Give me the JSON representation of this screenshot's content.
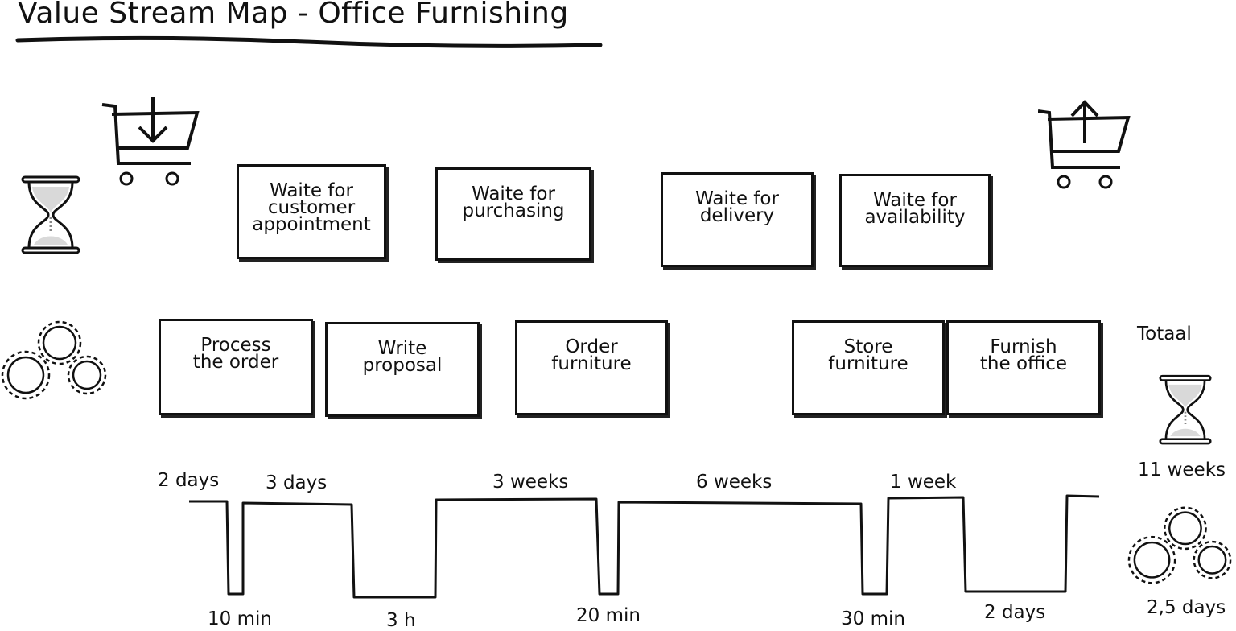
{
  "title": "Value Stream Map - Office Furnishing",
  "icons": {
    "supplier": "cart-inbound-icon",
    "customer": "cart-outbound-icon",
    "wait": "hourglass-icon",
    "process": "gears-icon"
  },
  "wait_steps": [
    "Waite for\ncustomer\nappointment",
    "Waite for\npurchasing",
    "Waite for\ndelivery",
    "Waite for\navailability"
  ],
  "process_steps": [
    "Process\nthe order",
    "Write\nproposal",
    "Order\nfurniture",
    "Store\nfurniture",
    "Furnish\nthe office"
  ],
  "timeline": {
    "wait_times": [
      "2 days",
      "3 days",
      "3 weeks",
      "6 weeks",
      "1 week"
    ],
    "process_times": [
      "10 min",
      "3 h",
      "20 min",
      "30 min",
      "2 days"
    ]
  },
  "totals": {
    "label": "Totaal",
    "lead_time": "11 weeks",
    "process_time": "2,5 days"
  }
}
